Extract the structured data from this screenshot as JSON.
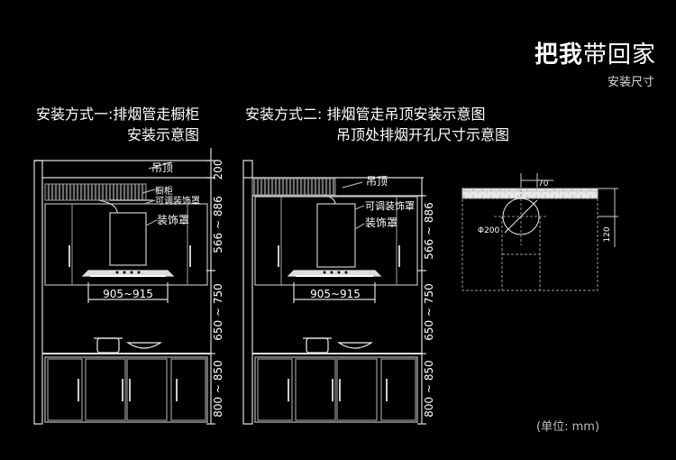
{
  "header": {
    "title_bold": "把我",
    "title_normal": "带回家",
    "subtitle": "安装尺寸"
  },
  "method1": {
    "caption_line1": "安装方式一:排烟管走橱柜",
    "caption_line2": "安装示意图",
    "labels": {
      "ceiling": "吊顶",
      "cabinet": "橱柜",
      "adjustable_cover": "可调装饰罩",
      "cover": "装饰罩"
    },
    "dimensions": {
      "top_gap": "200",
      "hood_height": "566 ~ 886",
      "width": "905~915",
      "hood_to_counter": "650 ~ 750",
      "counter_height": "800 ~ 850"
    }
  },
  "method2": {
    "caption_line1": "安装方式二: 排烟管走吊顶安装示意图",
    "caption_line2": "吊顶处排烟开孔尺寸示意图",
    "labels": {
      "ceiling": "吊顶",
      "adjustable_cover": "可调装饰罩",
      "cover": "装饰罩"
    },
    "dimensions": {
      "hood_height": "566 ~ 886",
      "width": "905~915",
      "hood_to_counter": "650 ~ 750",
      "counter_height": "800 ~ 850"
    }
  },
  "hole_detail": {
    "offset": "70",
    "diameter": "Φ200",
    "depth": "120"
  },
  "unit_note": "(单位: mm)"
}
